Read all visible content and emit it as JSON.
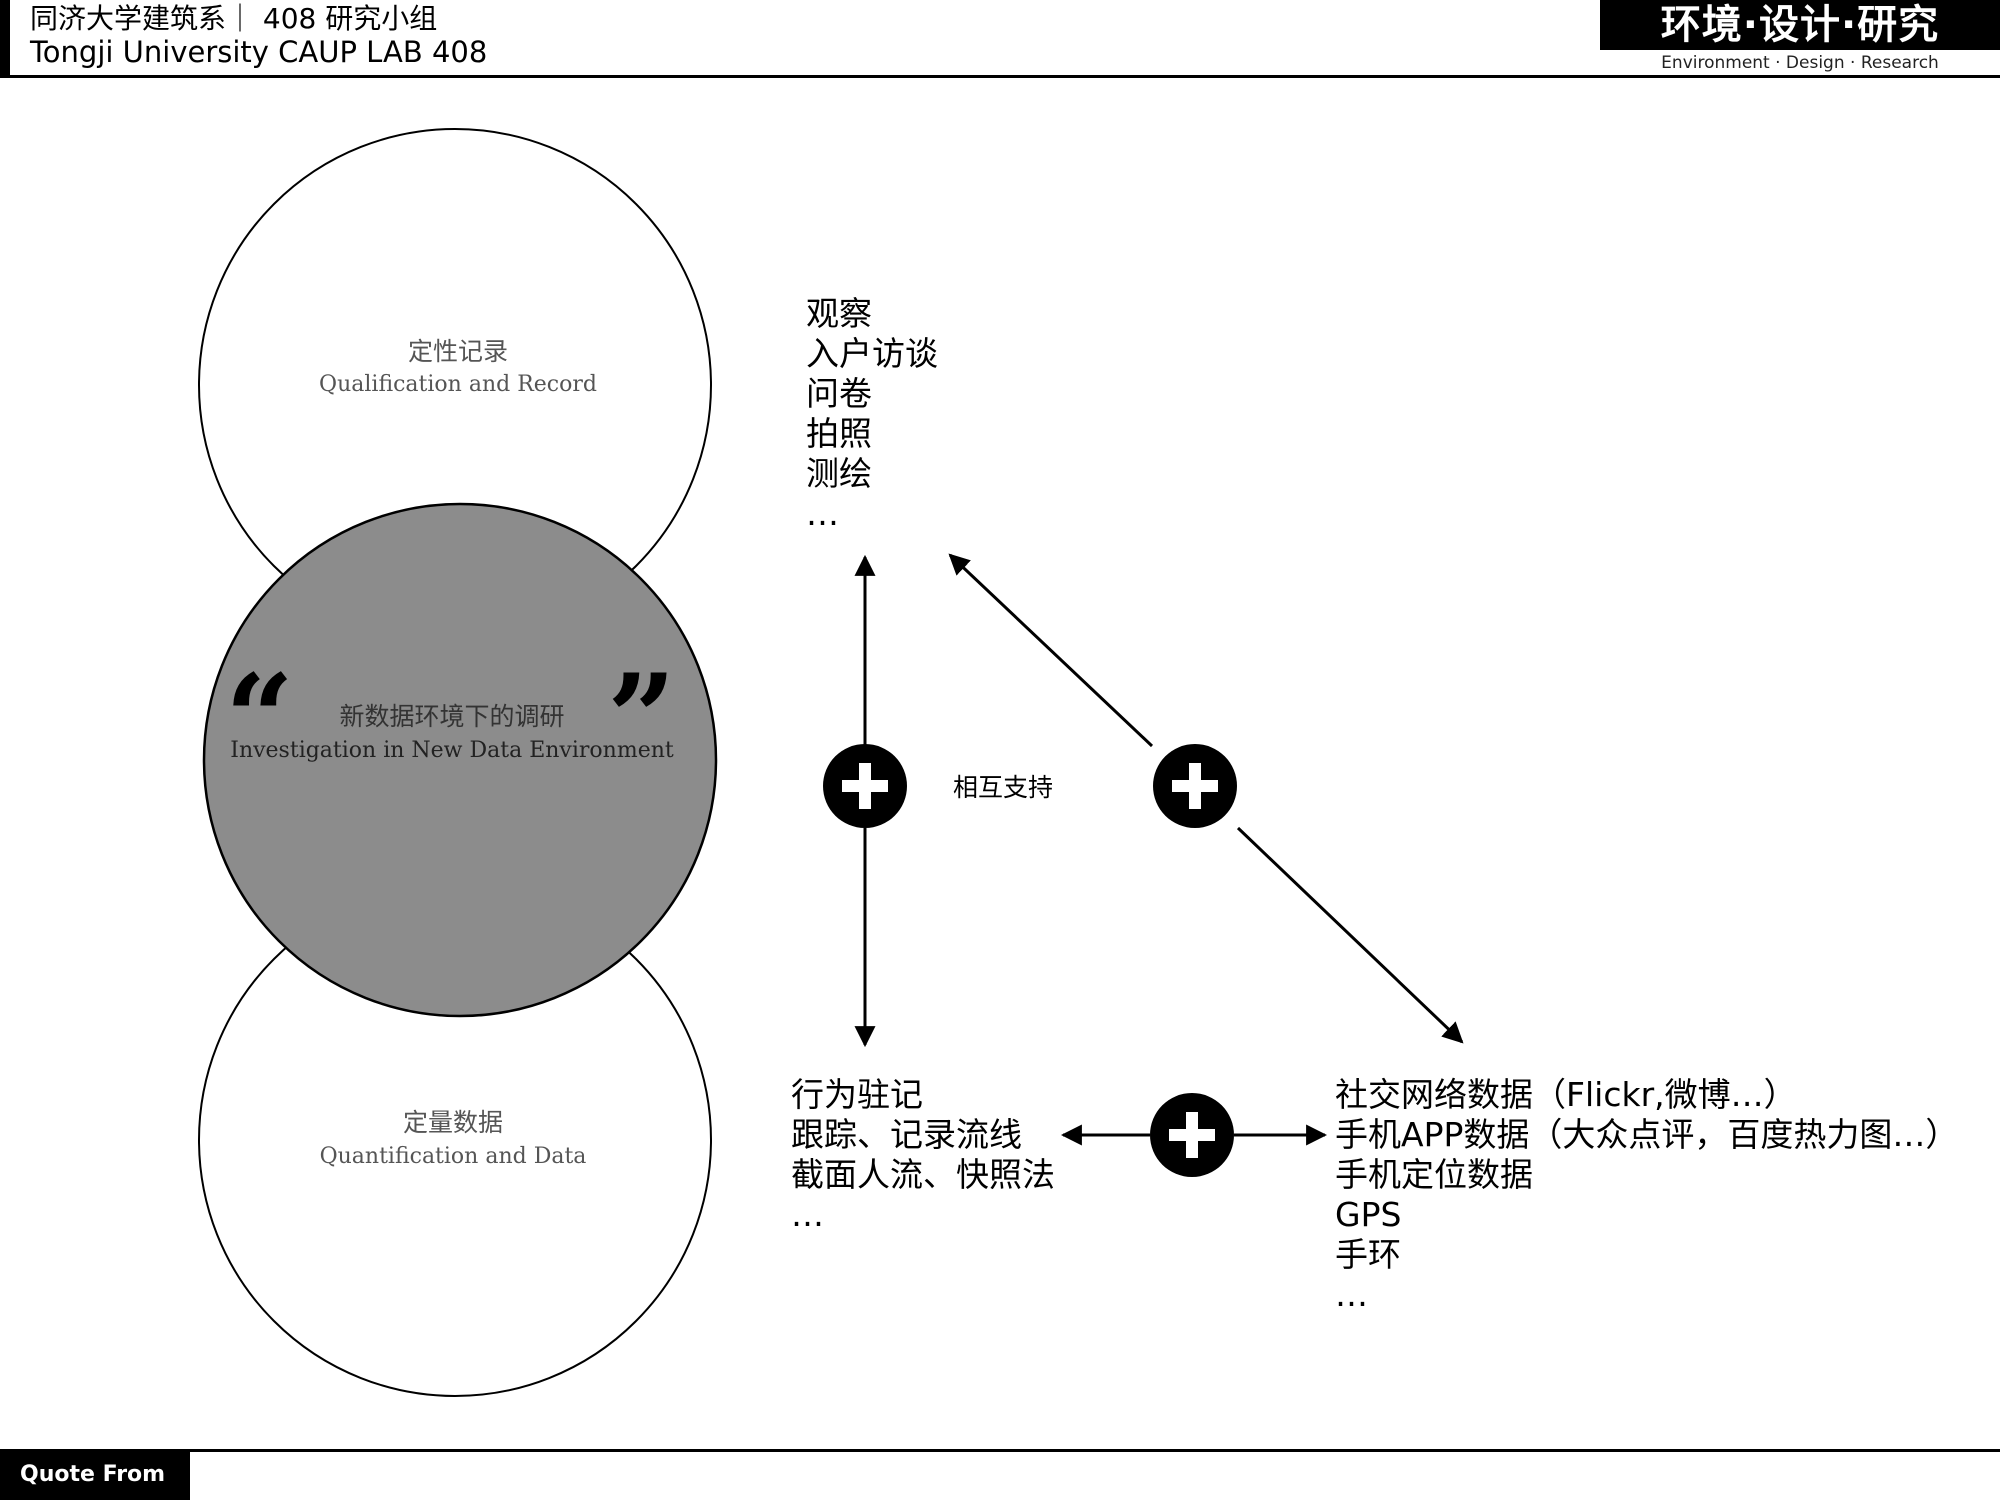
{
  "header": {
    "line1": "同济大学建筑系｜ 408 研究小组",
    "line2": "Tongji University CAUP  LAB 408",
    "logo_title": "环境·设计·研究",
    "logo_subtitle": "Environment · Design · Research"
  },
  "circles": {
    "top": {
      "cn": "定性记录",
      "en": "Qualification and Record"
    },
    "middle": {
      "cn": "新数据环境下的调研",
      "en": "Investigation in New Data Environment",
      "quote_open": "“",
      "quote_close": "”"
    },
    "bottom": {
      "cn": "定量数据",
      "en": "Quantification and Data"
    }
  },
  "lists": {
    "qualitative_methods": [
      "观察",
      "入户访谈",
      "问卷",
      "拍照",
      "测绘",
      "…"
    ],
    "behavior_methods": [
      "行为驻记",
      "跟踪、记录流线",
      "截面人流、快照法",
      "…"
    ],
    "data_sources": [
      "社交网络数据（Flickr,微博…）",
      "手机APP数据（大众点评，百度热力图…）",
      "手机定位数据",
      "GPS",
      "手环",
      "…"
    ]
  },
  "mutual_support": "相互支持",
  "footer": {
    "label": "Quote From"
  }
}
